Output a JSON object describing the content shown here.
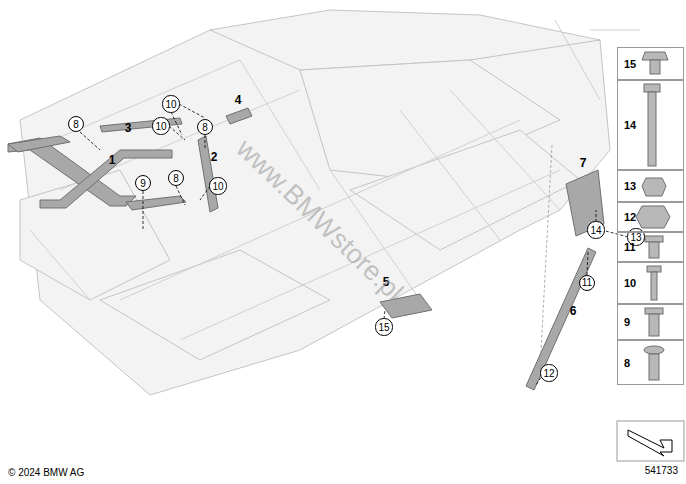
{
  "diagram": {
    "nodes": [
      {
        "text": [
          "10"
        ]
      },
      {
        "text": [
          "8"
        ]
      },
      {
        "text": [
          "10"
        ]
      },
      {
        "text": [
          "8"
        ]
      },
      {
        "text": [
          "8"
        ]
      },
      {
        "text": [
          "9"
        ]
      },
      {
        "text": [
          "10"
        ]
      },
      {
        "text": [
          "14"
        ]
      },
      {
        "text": [
          "13"
        ]
      },
      {
        "text": [
          "11"
        ]
      },
      {
        "text": [
          "15"
        ]
      },
      {
        "text": [
          "12"
        ]
      },
      {
        "text": [
          "15"
        ]
      },
      {
        "text": [
          "14"
        ]
      },
      {
        "text": [
          "13"
        ]
      },
      {
        "text": [
          "12"
        ]
      },
      {
        "text": [
          "11"
        ]
      },
      {
        "text": [
          "10"
        ]
      },
      {
        "text": [
          "9"
        ]
      },
      {
        "text": [
          "8"
        ]
      }
    ],
    "labels": [
      "1",
      "2",
      "3",
      "4",
      "5",
      "6",
      "7",
      "www.BMWstore.pl",
      "© 2024 BMW AG",
      "541733"
    ]
  }
}
